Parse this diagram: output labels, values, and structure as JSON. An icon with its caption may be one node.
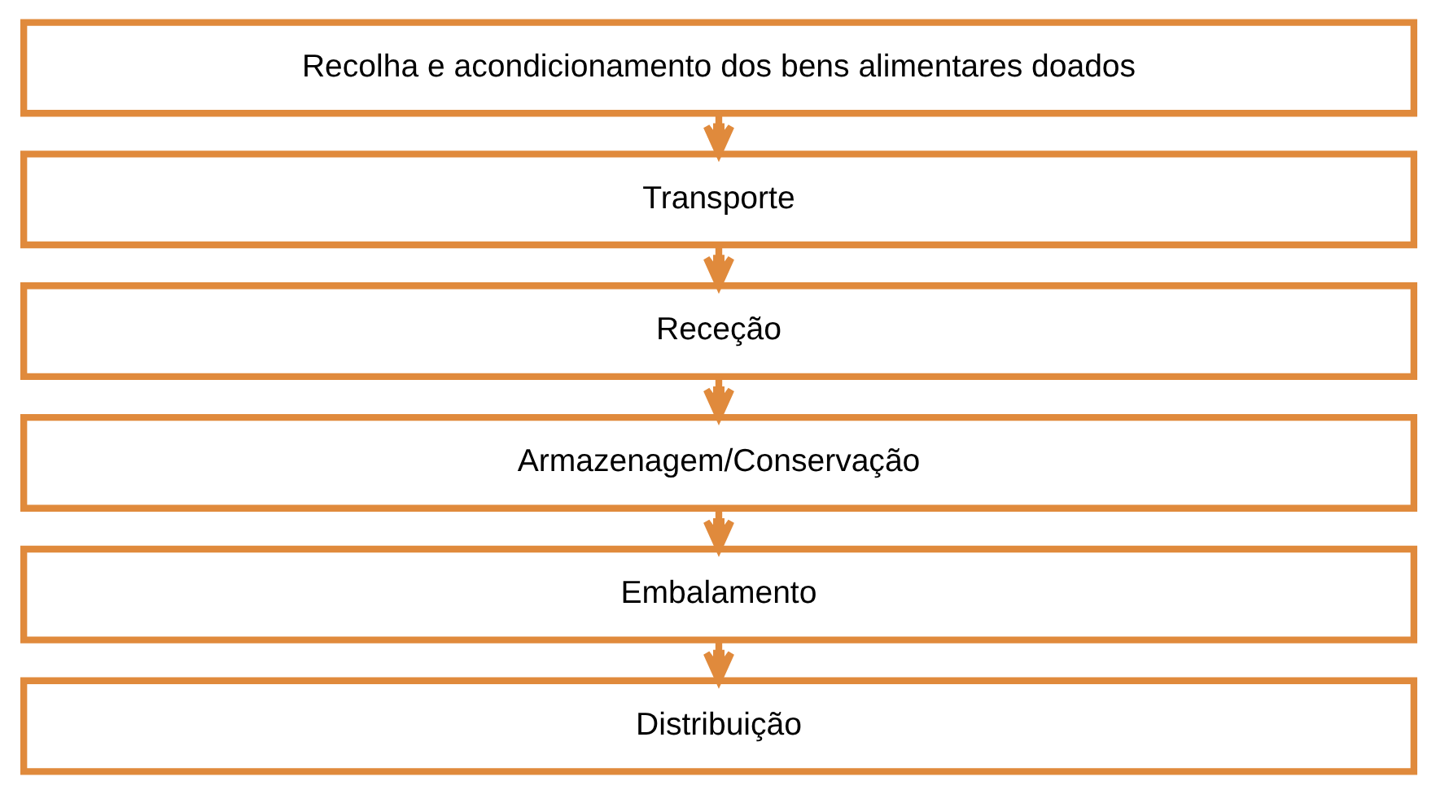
{
  "diagram": {
    "nodes": [
      {
        "text": [
          "Recolha e acondicionamento dos bens alimentares doados"
        ]
      },
      {
        "text": [
          "Transporte"
        ]
      },
      {
        "text": [
          "Receção"
        ]
      },
      {
        "text": [
          "Armazenagem/Conservação"
        ]
      },
      {
        "text": [
          "Embalamento"
        ]
      },
      {
        "text": [
          "Distribuição"
        ]
      }
    ],
    "edges": [
      {
        "from": 0,
        "to": 1,
        "arrow": "to"
      },
      {
        "from": 1,
        "to": 2,
        "arrow": "to"
      },
      {
        "from": 2,
        "to": 3,
        "arrow": "to"
      },
      {
        "from": 3,
        "to": 4,
        "arrow": "to"
      },
      {
        "from": 4,
        "to": 5,
        "arrow": "to"
      }
    ]
  }
}
